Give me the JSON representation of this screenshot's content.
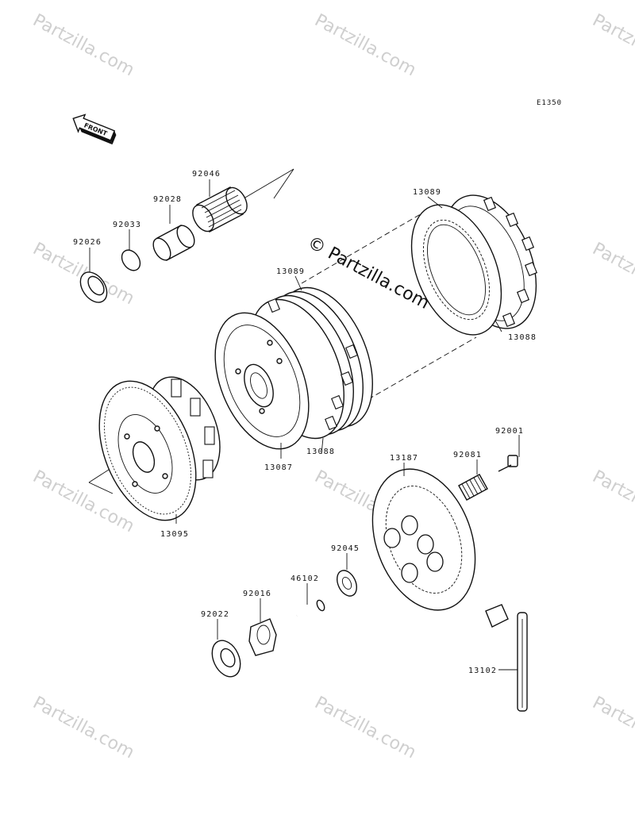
{
  "diagram": {
    "code": "E1350",
    "front_label": "FRONT",
    "watermark": "© Partzilla.com",
    "tile_watermark": "Partzilla.com",
    "parts": [
      {
        "id": "p92046",
        "number": "92046"
      },
      {
        "id": "p92028",
        "number": "92028"
      },
      {
        "id": "p92033",
        "number": "92033"
      },
      {
        "id": "p92026",
        "number": "92026"
      },
      {
        "id": "p13089a",
        "number": "13089"
      },
      {
        "id": "p13089b",
        "number": "13089"
      },
      {
        "id": "p13088a",
        "number": "13088"
      },
      {
        "id": "p13088b",
        "number": "13088"
      },
      {
        "id": "p13087",
        "number": "13087"
      },
      {
        "id": "p13095",
        "number": "13095"
      },
      {
        "id": "p92001",
        "number": "92001"
      },
      {
        "id": "p92081",
        "number": "92081"
      },
      {
        "id": "p13187",
        "number": "13187"
      },
      {
        "id": "p92045",
        "number": "92045"
      },
      {
        "id": "p46102",
        "number": "46102"
      },
      {
        "id": "p92016",
        "number": "92016"
      },
      {
        "id": "p92022",
        "number": "92022"
      },
      {
        "id": "p13102",
        "number": "13102"
      }
    ]
  }
}
